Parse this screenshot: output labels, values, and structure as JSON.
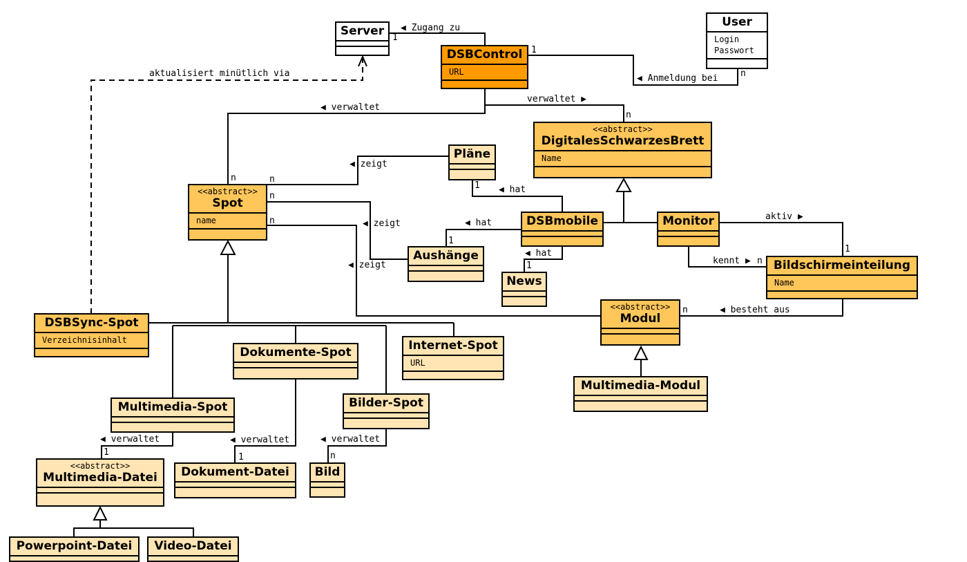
{
  "classes": {
    "server": {
      "name": "Server",
      "attrs": []
    },
    "dsbcontrol": {
      "name": "DSBControl",
      "attrs": [
        "URL"
      ]
    },
    "user": {
      "name": "User",
      "attrs": [
        "Login",
        "Passwort"
      ]
    },
    "dsb": {
      "stereotype": "<<abstract>>",
      "name": "DigitalesSchwarzesBrett",
      "attrs": [
        "Name"
      ]
    },
    "plaene": {
      "name": "Pläne",
      "attrs": []
    },
    "spot": {
      "stereotype": "<<abstract>>",
      "name": "Spot",
      "attrs": [
        "name"
      ]
    },
    "dsbmobile": {
      "name": "DSBmobile",
      "attrs": []
    },
    "monitor": {
      "name": "Monitor",
      "attrs": []
    },
    "aushaenge": {
      "name": "Aushänge",
      "attrs": []
    },
    "news": {
      "name": "News",
      "attrs": []
    },
    "bildschirm": {
      "name": "Bildschirmeinteilung",
      "attrs": [
        "Name"
      ]
    },
    "modul": {
      "stereotype": "<<abstract>>",
      "name": "Modul",
      "attrs": []
    },
    "dsbsync": {
      "name": "DSBSync-Spot",
      "attrs": [
        "Verzeichnisinhalt"
      ]
    },
    "dokumentespot": {
      "name": "Dokumente-Spot",
      "attrs": []
    },
    "internetspot": {
      "name": "Internet-Spot",
      "attrs": [
        "URL"
      ]
    },
    "multimediamodul": {
      "name": "Multimedia-Modul",
      "attrs": []
    },
    "multimediaspot": {
      "name": "Multimedia-Spot",
      "attrs": []
    },
    "bilderspot": {
      "name": "Bilder-Spot",
      "attrs": []
    },
    "multimediadatei": {
      "stereotype": "<<abstract>>",
      "name": "Multimedia-Datei",
      "attrs": []
    },
    "dokumentdatei": {
      "name": "Dokument-Datei",
      "attrs": []
    },
    "bild": {
      "name": "Bild",
      "attrs": []
    },
    "powerpoint": {
      "name": "Powerpoint-Datei",
      "attrs": []
    },
    "video": {
      "name": "Video-Datei",
      "attrs": []
    }
  },
  "labels": {
    "zugang": "◀ Zugang zu",
    "aktualisiert": "aktualisiert minütlich via",
    "anmeldung": "◀ Anmeldung bei",
    "verwaltet_top": "◀ verwaltet",
    "verwaltet_dsb": "verwaltet ▶",
    "zeigt1": "◀ zeigt",
    "zeigt2": "◀ zeigt",
    "zeigt3": "◀ zeigt",
    "hat1": "◀ hat",
    "hat2": "◀ hat",
    "hat3": "◀ hat",
    "aktiv": "aktiv ▶",
    "kennt": "kennt ▶",
    "besteht": "◀ besteht aus",
    "verwaltet_mm": "◀ verwaltet",
    "verwaltet_dok": "◀ verwaltet",
    "verwaltet_bild": "◀ verwaltet"
  },
  "multiplicities": {
    "server_1": "1",
    "dsbc_user_1": "1",
    "user_n": "n",
    "dsb_n": "n",
    "spot_n1": "n",
    "spot_n2": "n",
    "spot_n3": "n",
    "spot_n4": "n",
    "plaene_1": "1",
    "aushaenge_1": "1",
    "news_1": "1",
    "bild_1": "1",
    "bild_n": "n",
    "modul_n": "n",
    "mmdatei_1": "1",
    "dokdatei_1": "1",
    "bild_class_n": "n"
  },
  "colors": {
    "light": "#ffe5b3",
    "mid": "#ffc65a",
    "dark": "#ff9b00",
    "white": "#ffffff",
    "line": "#000000"
  }
}
